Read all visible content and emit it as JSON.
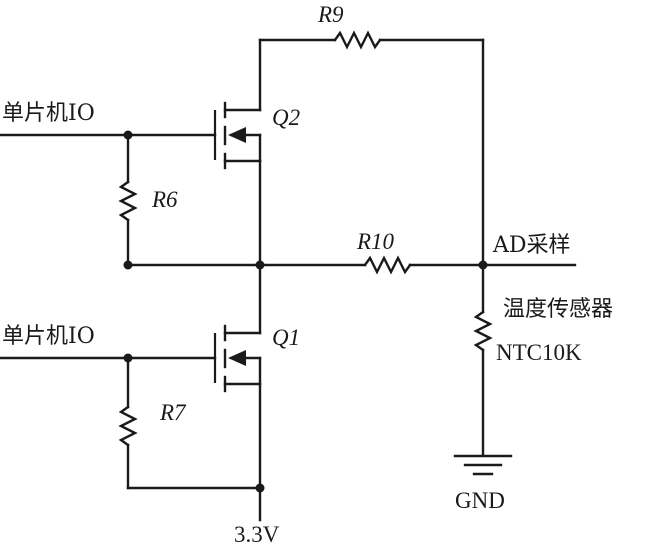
{
  "labels": {
    "input_top": "单片机IO",
    "input_bottom": "单片机IO",
    "q2": "Q2",
    "q1": "Q1",
    "r9": "R9",
    "r6": "R6",
    "r10": "R10",
    "r7": "R7",
    "ad": "AD采样",
    "sensor": "温度传感器",
    "ntc": "NTC10K",
    "gnd": "GND",
    "supply": "3.3V"
  }
}
